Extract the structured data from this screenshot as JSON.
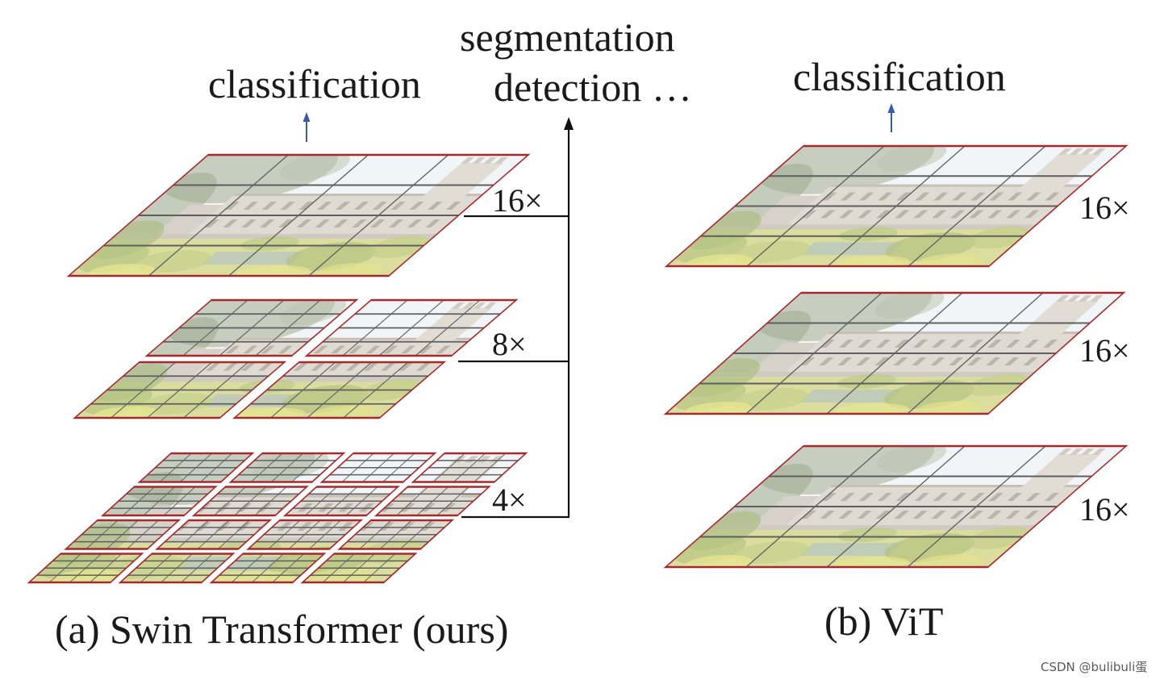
{
  "swin": {
    "task_label": "classification",
    "dense_tasks": [
      "segmentation",
      "detection …"
    ],
    "scales": [
      "16×",
      "8×",
      "4×"
    ],
    "caption": "(a) Swin Transformer (ours)"
  },
  "vit": {
    "task_label": "classification",
    "scales": [
      "16×",
      "16×",
      "16×"
    ],
    "caption": "(b) ViT"
  },
  "watermark": "CSDN @bulibuli蛋",
  "colors": {
    "text": "#1a1a1a",
    "task_arrow": "#3b5ba5",
    "connector": "#111111",
    "window_border": "#a52a2e",
    "patch_grid": "#5f5f5f"
  }
}
